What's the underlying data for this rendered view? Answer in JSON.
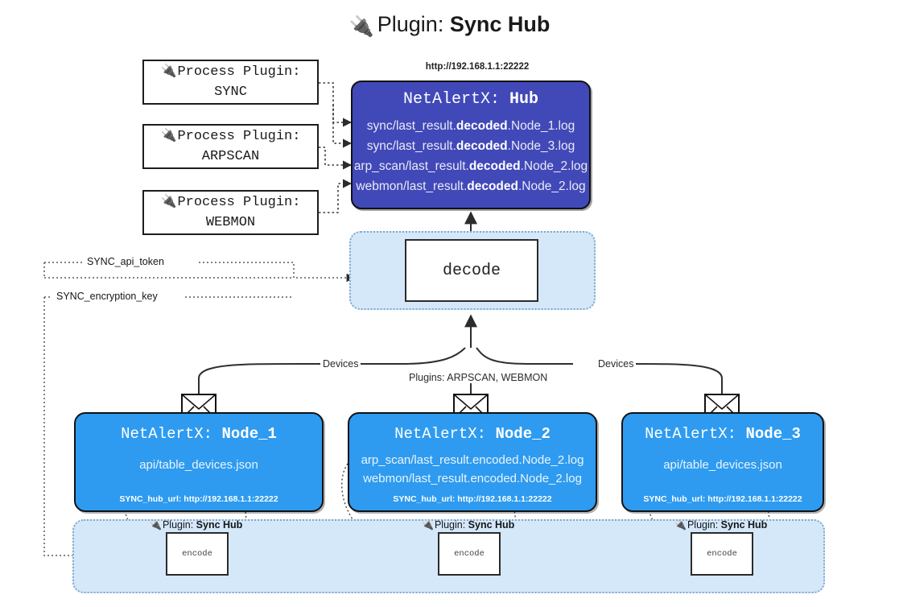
{
  "title": {
    "icon": "plug-icon",
    "prefix": "Plugin:",
    "name": "Sync Hub"
  },
  "process_plugins": [
    {
      "icon": "plug-icon",
      "line1": "Process Plugin:",
      "line2": "SYNC"
    },
    {
      "icon": "plug-icon",
      "line1": "Process Plugin:",
      "line2": "ARPSCAN"
    },
    {
      "icon": "plug-icon",
      "line1": "Process Plugin:",
      "line2": "WEBMON"
    }
  ],
  "hub": {
    "url": "http://192.168.1.1:22222",
    "title_prefix": "NetAlertX:",
    "title_name": "Hub",
    "color": "#4149b8",
    "lines": [
      {
        "pre": "sync/last_result.",
        "bold": "decoded",
        "post": ".Node_1.log"
      },
      {
        "pre": "sync/last_result.",
        "bold": "decoded",
        "post": ".Node_3.log"
      },
      {
        "pre": "arp_scan/last_result.",
        "bold": "decoded",
        "post": ".Node_2.log"
      },
      {
        "pre": "webmon/last_result.",
        "bold": "decoded",
        "post": ".Node_2.log"
      }
    ]
  },
  "decode": {
    "label": "decode",
    "container_color": "#d4e8fa"
  },
  "settings": [
    {
      "label": "SYNC_api_token"
    },
    {
      "label": "SYNC_encryption_key"
    }
  ],
  "edge_labels": {
    "devices_left": "Devices",
    "devices_right": "Devices",
    "plugins_center": "Plugins: ARPSCAN, WEBMON"
  },
  "nodes": [
    {
      "icon": "envelope-icon",
      "title_prefix": "NetAlertX:",
      "title_name": "Node_1",
      "color": "#2e9bf0",
      "lines": [
        "api/table_devices.json"
      ],
      "url_label": "SYNC_hub_url: http://192.168.1.1:22222"
    },
    {
      "icon": "envelope-icon",
      "title_prefix": "NetAlertX:",
      "title_name": "Node_2",
      "color": "#2e9bf0",
      "lines": [
        "arp_scan/last_result.encoded.Node_2.log",
        "webmon/last_result.encoded.Node_2.log"
      ],
      "url_label": "SYNC_hub_url: http://192.168.1.1:22222"
    },
    {
      "icon": "envelope-icon",
      "title_prefix": "NetAlertX:",
      "title_name": "Node_3",
      "color": "#2e9bf0",
      "lines": [
        "api/table_devices.json"
      ],
      "url_label": "SYNC_hub_url: http://192.168.1.1:22222"
    }
  ],
  "encoders": [
    {
      "icon": "plug-icon",
      "plugin_prefix": "Plugin:",
      "plugin_name": "Sync Hub",
      "label": "encode"
    },
    {
      "icon": "plug-icon",
      "plugin_prefix": "Plugin:",
      "plugin_name": "Sync Hub",
      "label": "encode"
    },
    {
      "icon": "plug-icon",
      "plugin_prefix": "Plugin:",
      "plugin_name": "Sync Hub",
      "label": "encode"
    }
  ]
}
